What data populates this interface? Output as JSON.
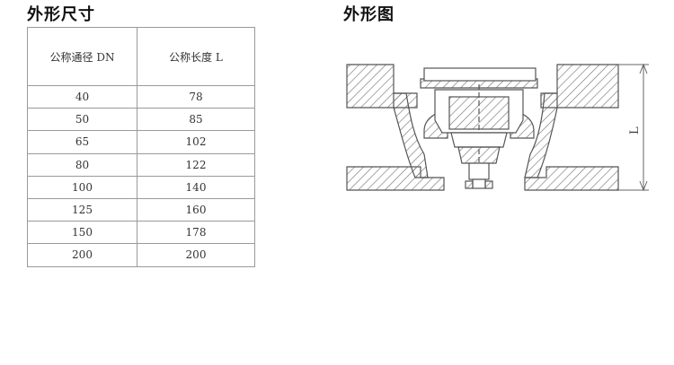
{
  "headings": {
    "dimensions": "外形尺寸",
    "drawing": "外形图"
  },
  "table": {
    "headers": [
      "公称通径 DN",
      "公称长度 L"
    ],
    "rows": [
      [
        "40",
        "78"
      ],
      [
        "50",
        "85"
      ],
      [
        "65",
        "102"
      ],
      [
        "80",
        "122"
      ],
      [
        "100",
        "140"
      ],
      [
        "125",
        "160"
      ],
      [
        "150",
        "178"
      ],
      [
        "200",
        "200"
      ]
    ]
  },
  "drawing": {
    "dimension_label": "L"
  }
}
